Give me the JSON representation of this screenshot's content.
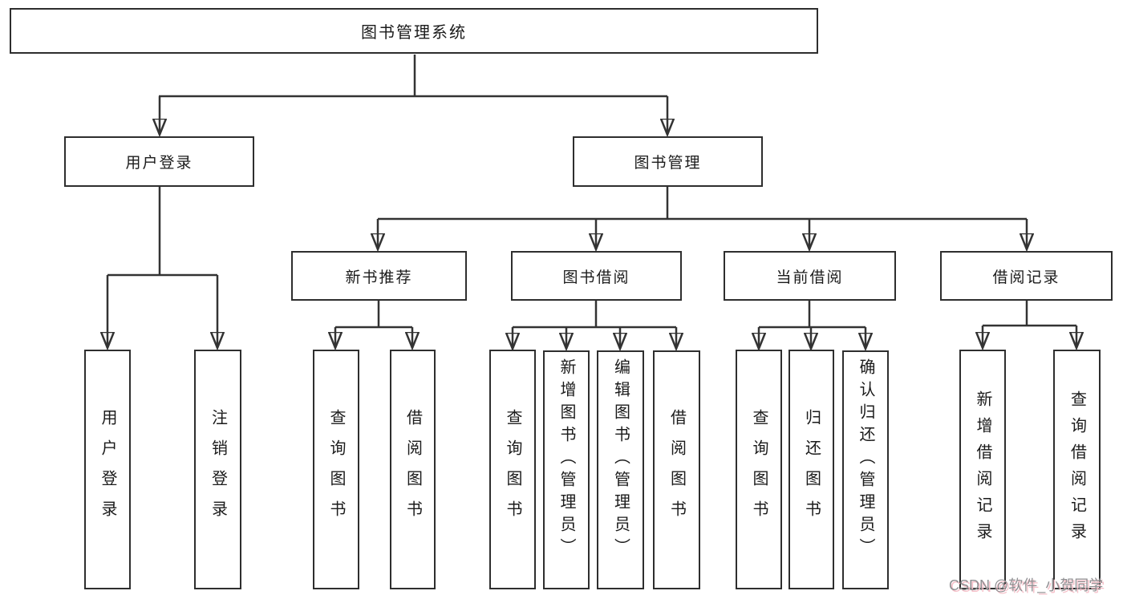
{
  "watermark": {
    "text": "CSDN @软件_小贺同学"
  },
  "colors": {
    "line": "#333333",
    "box_border": "#2e2e2e",
    "box_fill": "#ffffff",
    "text": "#1b1b1b",
    "watermark_gray": "#8f8f92",
    "watermark_pink": "#f5bfc8"
  },
  "tree": {
    "root": {
      "label": "图书管理系统",
      "children": [
        {
          "label": "用户登录",
          "children": [
            {
              "label": "用户登录"
            },
            {
              "label": "注销登录"
            }
          ]
        },
        {
          "label": "图书管理",
          "children": [
            {
              "label": "新书推荐",
              "children": [
                {
                  "label": "查询图书"
                },
                {
                  "label": "借阅图书"
                }
              ]
            },
            {
              "label": "图书借阅",
              "children": [
                {
                  "label": "查询图书"
                },
                {
                  "label": "新增图书（管理员）"
                },
                {
                  "label": "编辑图书（管理员）"
                },
                {
                  "label": "借阅图书"
                }
              ]
            },
            {
              "label": "当前借阅",
              "children": [
                {
                  "label": "查询图书"
                },
                {
                  "label": "归还图书"
                },
                {
                  "label": "确认归还（管理员）"
                }
              ]
            },
            {
              "label": "借阅记录",
              "children": [
                {
                  "label": "新增借阅记录"
                },
                {
                  "label": "查询借阅记录"
                }
              ]
            }
          ]
        }
      ]
    }
  }
}
